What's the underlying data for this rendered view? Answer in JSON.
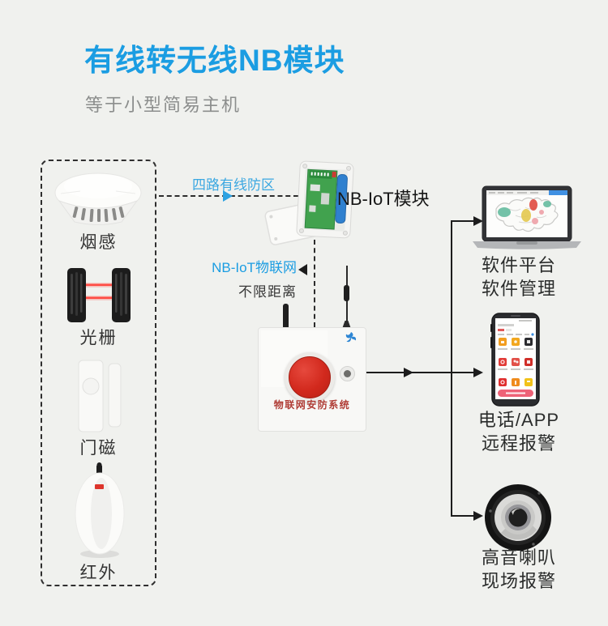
{
  "header": {
    "title": "有线转无线NB模块",
    "subtitle": "等于小型简易主机"
  },
  "sensor_panel": {
    "items": [
      {
        "id": "smoke-detector",
        "label": "烟感"
      },
      {
        "id": "beam-grating",
        "label": "光栅"
      },
      {
        "id": "door-magnet",
        "label": "门磁"
      },
      {
        "id": "infrared-pir",
        "label": "红外"
      }
    ]
  },
  "annotations": {
    "wired_zones": "四路有线防区",
    "nb_module": "NB-IoT模块",
    "nb_network": "NB-IoT物联网",
    "unlimited_distance": "不限距离"
  },
  "alarm_host": {
    "panel_text": "物联网安防系统"
  },
  "outputs": [
    {
      "id": "software-platform",
      "line1": "软件平台",
      "line2": "软件管理"
    },
    {
      "id": "phone-app",
      "line1": "电话/APP",
      "line2": "远程报警"
    },
    {
      "id": "siren-speaker",
      "line1": "高音喇叭",
      "line2": "现场报警"
    }
  ],
  "colors": {
    "background": "#f0f1ee",
    "title_blue": "#1b9de2",
    "annotation_blue": "#3aa7e1",
    "alarm_button_red": "#d2291d",
    "host_text_red": "#b03d36",
    "connector_black": "#1c1c1c",
    "beam_red": "#ff4a42",
    "pcb_green": "#41a24e",
    "battery_blue": "#2f80cf"
  }
}
